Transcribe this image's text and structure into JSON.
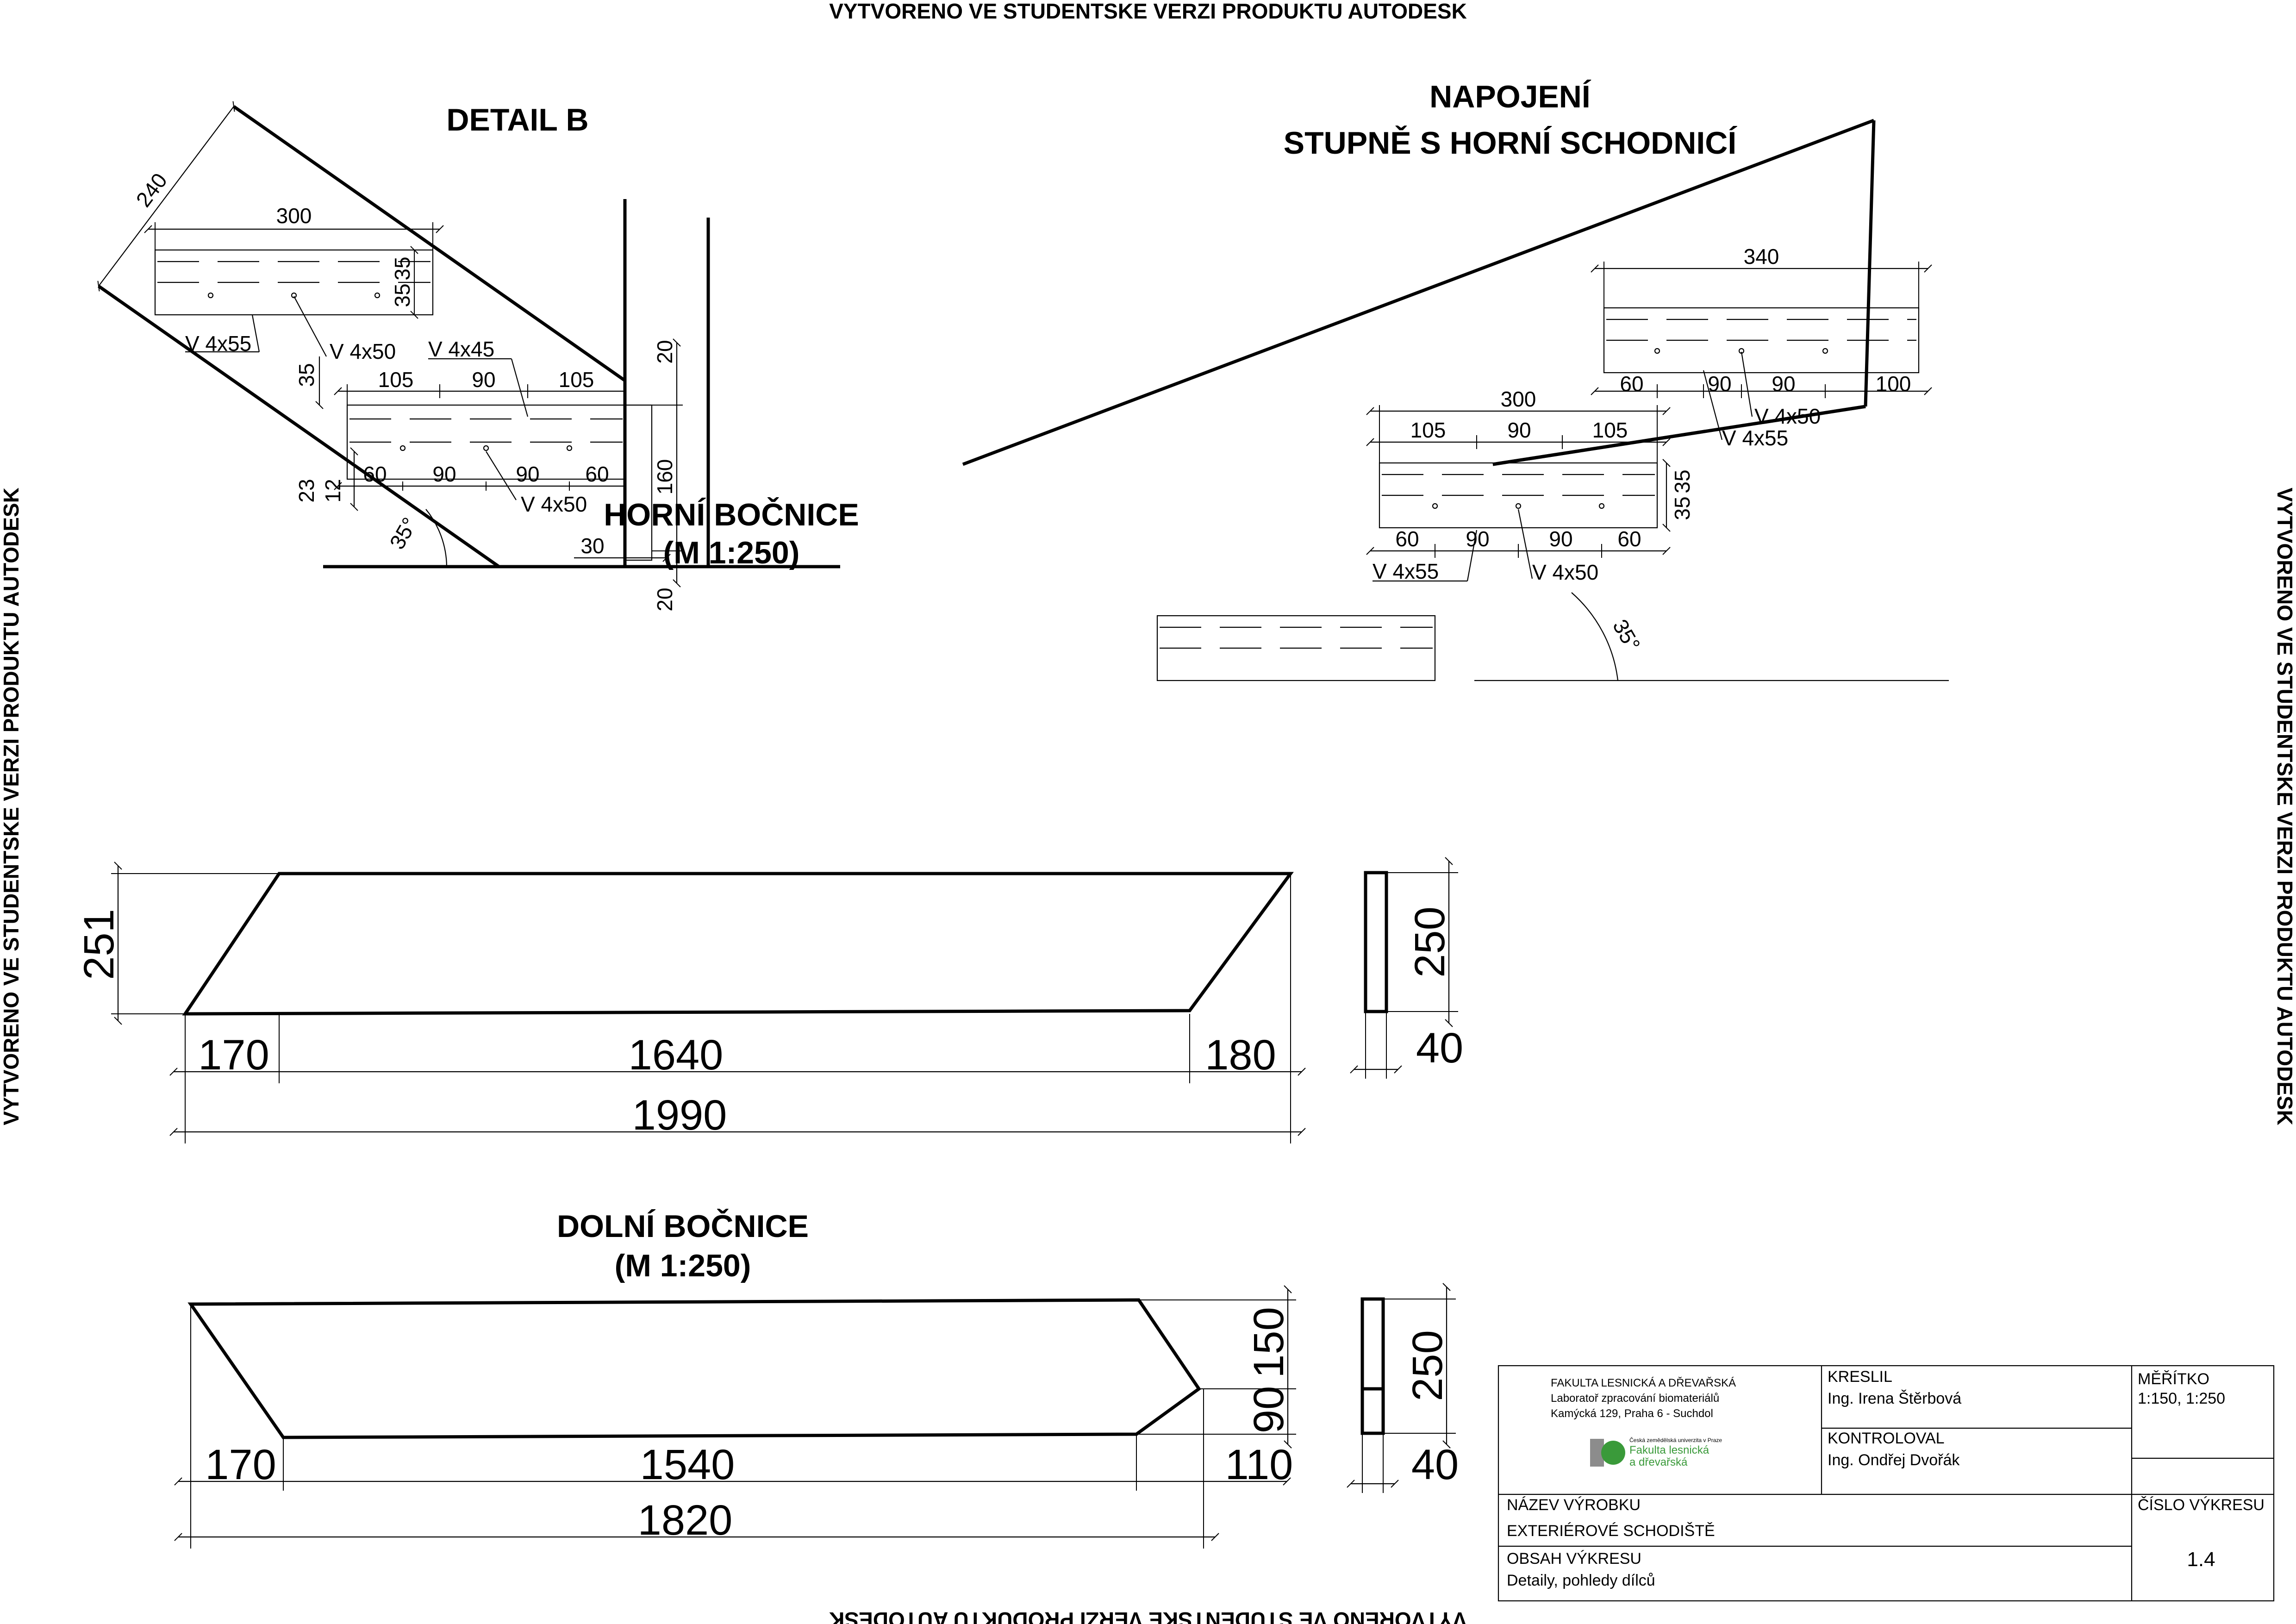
{
  "watermark": "VYTVORENO VE STUDENTSKE VERZI PRODUKTU AUTODESK",
  "detail_b": {
    "title": "DETAIL B",
    "dims": {
      "d240": "240",
      "d300": "300",
      "d35a": "35",
      "d35b": "35",
      "d105a": "105",
      "d90": "90",
      "d105b": "105",
      "d35side": "35",
      "d23": "23",
      "d12": "12",
      "b60a": "60",
      "b90a": "90",
      "b90b": "90",
      "b60b": "60",
      "d20top": "20",
      "d160": "160",
      "d30": "30",
      "d20bot": "20",
      "angle": "35°"
    },
    "labels": {
      "v455": "V 4x55",
      "v450a": "V 4x50",
      "v445": "V 4x45",
      "v450b": "V 4x50"
    }
  },
  "napojeni": {
    "title_line1": "NAPOJENÍ",
    "title_line2": "STUPNĚ S HORNÍ SCHODNICÍ",
    "dims": {
      "d340": "340",
      "u60": "60",
      "u90a": "90",
      "u90b": "90",
      "u100": "100",
      "d300": "300",
      "d105a": "105",
      "d90": "90",
      "d105b": "105",
      "d35a": "35",
      "d35b": "35",
      "l60a": "60",
      "l90a": "90",
      "l90b": "90",
      "l60b": "60",
      "angle": "35°"
    },
    "labels": {
      "v450a": "V 4x50",
      "v455a": "V 4x55",
      "v455b": "V 4x55",
      "v450b": "V 4x50"
    }
  },
  "horni": {
    "title_line1": "HORNÍ BOČNICE",
    "title_line2": "(M 1:250)",
    "dims": {
      "height": "251",
      "left": "170",
      "mid": "1640",
      "right": "180",
      "total": "1990",
      "sec_h": "250",
      "sec_w": "40"
    }
  },
  "dolni": {
    "title_line1": "DOLNÍ BOČNICE",
    "title_line2": "(M 1:250)",
    "dims": {
      "left": "170",
      "mid": "1540",
      "right": "110",
      "total": "1820",
      "v150": "150",
      "v90": "90",
      "sec_h": "250",
      "sec_w": "40"
    }
  },
  "title_block": {
    "faculty_line1": "FAKULTA LESNICKÁ A DŘEVAŘSKÁ",
    "faculty_line2": "Laboratoř zpracování biomateriálů",
    "faculty_line3": "Kamýcká 129, Praha 6 - Suchdol",
    "logo_line_small": "Česká zemědělská univerzita v Praze",
    "logo_line1": "Fakulta lesnická",
    "logo_line2": "a dřevařská",
    "drawn_label": "KRESLIL",
    "drawn_value": "Ing. Irena Štěrbová",
    "checked_label": "KONTROLOVAL",
    "checked_value": "Ing. Ondřej Dvořák",
    "scale_label": "MĚŘÍTKO",
    "scale_value": "1:150, 1:250",
    "product_label": "NÁZEV  VÝROBKU",
    "product_value": "EXTERIÉROVÉ SCHODIŠTĚ",
    "content_label": "OBSAH VÝKRESU",
    "content_value": "Detaily, pohledy dílců",
    "number_label": "ČÍSLO VÝKRESU",
    "number_value": "1.4"
  },
  "colors": {
    "ink": "#000000",
    "paper": "#ffffff",
    "logo_green": "#3a9a3a",
    "logo_grey": "#8c8c8c"
  }
}
